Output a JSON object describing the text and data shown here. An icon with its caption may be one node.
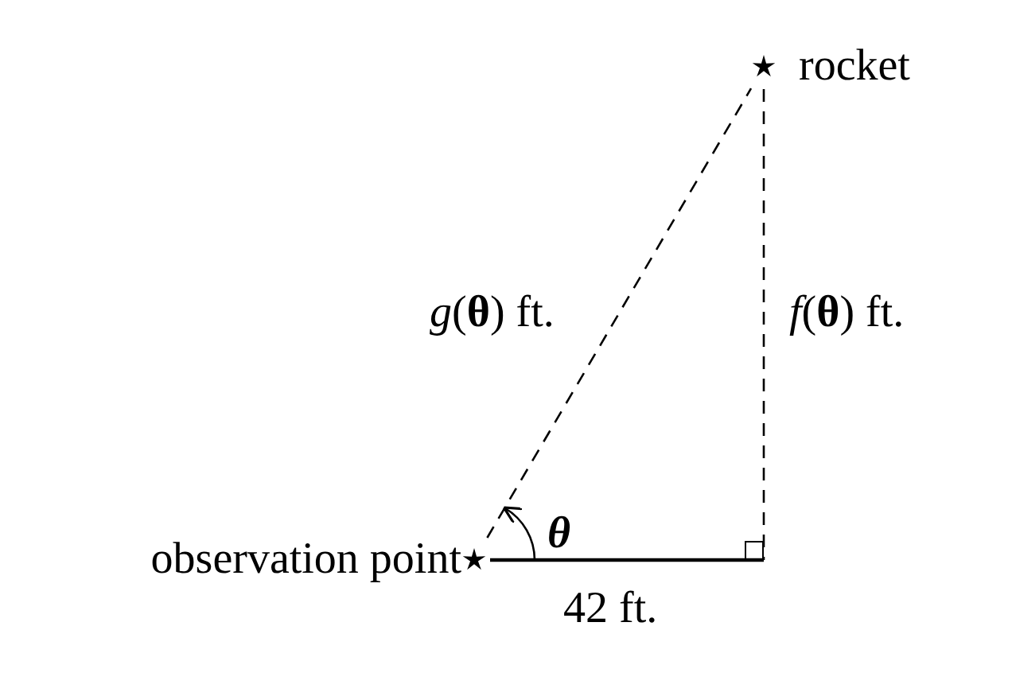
{
  "diagram": {
    "nodes": [
      {
        "text": [
          "observation point"
        ]
      },
      {
        "text": [
          "rocket"
        ]
      },
      {
        "text": [],
        "shape": "box"
      }
    ],
    "edges": [
      {
        "from": 0,
        "to": 1,
        "arrow": "none",
        "style": "dashed",
        "label": "*g*(**θ**) ft."
      },
      {
        "from": 1,
        "to": 2,
        "arrow": "none",
        "style": "dashed",
        "label": "*f*(**θ**) ft."
      },
      {
        "from": 0,
        "to": 2,
        "arrow": "none",
        "label": "42 ft."
      }
    ],
    "labels": [
      "θ"
    ]
  }
}
